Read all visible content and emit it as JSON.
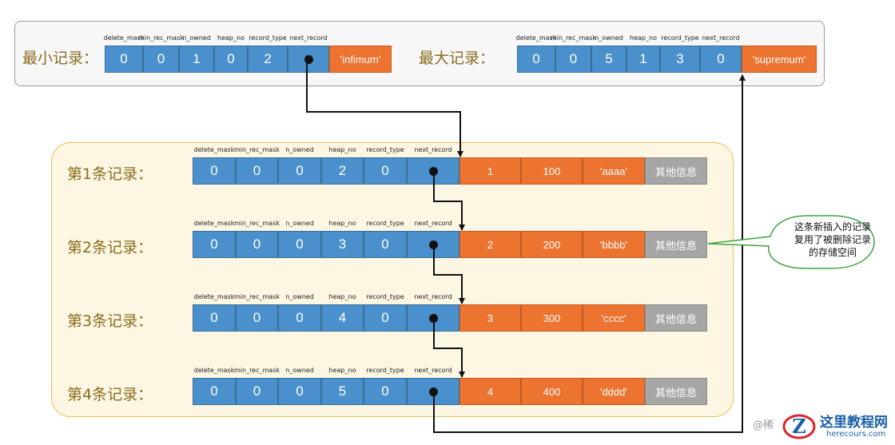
{
  "field_headers": [
    "delete_mask",
    "min_rec_mask",
    "n_owned",
    "heap_no",
    "record_type",
    "next_record"
  ],
  "infimum": {
    "label": "最小记录：",
    "values": [
      "0",
      "0",
      "1",
      "0",
      "2",
      ""
    ],
    "data": "'infimum'"
  },
  "supremum": {
    "label": "最大记录：",
    "values": [
      "0",
      "0",
      "5",
      "1",
      "3",
      "0"
    ],
    "data": "'supremum'"
  },
  "records": [
    {
      "label": "第1条记录：",
      "values": [
        "0",
        "0",
        "0",
        "2",
        "0",
        ""
      ],
      "data": [
        "1",
        "100",
        "'aaaa'"
      ],
      "other": "其他信息"
    },
    {
      "label": "第2条记录：",
      "values": [
        "0",
        "0",
        "0",
        "3",
        "0",
        ""
      ],
      "data": [
        "2",
        "200",
        "'bbbb'"
      ],
      "other": "其他信息"
    },
    {
      "label": "第3条记录：",
      "values": [
        "0",
        "0",
        "0",
        "4",
        "0",
        ""
      ],
      "data": [
        "3",
        "300",
        "'cccc'"
      ],
      "other": "其他信息"
    },
    {
      "label": "第4条记录：",
      "values": [
        "0",
        "0",
        "0",
        "5",
        "0",
        ""
      ],
      "data": [
        "4",
        "400",
        "'dddd'"
      ],
      "other": "其他信息"
    }
  ],
  "callout": {
    "lines": [
      "这条新插入的记录",
      "复用了被删除记录",
      "的存储空间"
    ]
  },
  "watermark": {
    "prefix": "@稀",
    "brand": "这里教程网",
    "url": "herecours.com",
    "logo": "Z"
  },
  "colors": {
    "header_blue": "#4a90cc",
    "data_orange": "#ec7330",
    "other_gray": "#a6a6a6",
    "label_brown": "#8a6d1e",
    "box_yellow": "#fdf6e3"
  }
}
